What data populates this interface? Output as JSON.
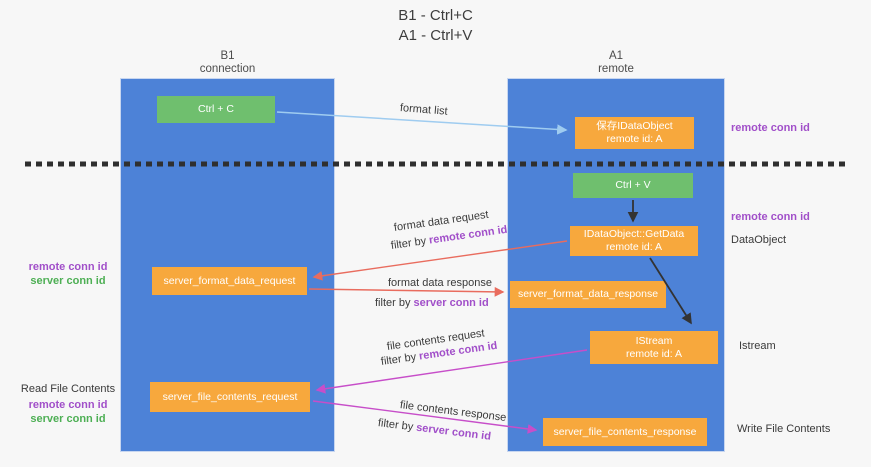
{
  "colors": {
    "column_blue": "#4d82d7",
    "box_green": "#6fbf6e",
    "box_orange": "#f7a83d",
    "label_purple": "#a14fc9",
    "label_green": "#4daf54",
    "arrow_red": "#e96c5e",
    "arrow_magenta": "#c74ec9",
    "arrow_lightblue": "#9fccf0",
    "ink": "#3a3a3a",
    "bg": "#f7f7f7"
  },
  "title": {
    "line1": "B1 - Ctrl+C",
    "line2": "A1 - Ctrl+V"
  },
  "columns": {
    "left": {
      "name": "B1",
      "role": "connection"
    },
    "right": {
      "name": "A1",
      "role": "remote"
    }
  },
  "boxes": {
    "ctrl_c": {
      "label": "Ctrl + C"
    },
    "ctrl_v": {
      "label": "Ctrl + V"
    },
    "save_dataobject": {
      "line1": "保存IDataObject",
      "line2": "remote id: A"
    },
    "getdata": {
      "line1": "IDataObject::GetData",
      "line2": "remote id: A"
    },
    "istream": {
      "line1": "IStream",
      "line2": "remote id: A"
    },
    "format_request": {
      "label": "server_format_data_request"
    },
    "format_response": {
      "label": "server_format_data_response"
    },
    "file_request": {
      "label": "server_file_contents_request"
    },
    "file_response": {
      "label": "server_file_contents_response"
    }
  },
  "arrow_labels": {
    "format_list": "format list",
    "format_data_request": "format data request",
    "format_data_response": "format data response",
    "file_contents_request": "file contents request",
    "file_contents_response": "file contents response",
    "filter_prefix": "filter by ",
    "remote_key": "remote conn id",
    "server_key": "server conn id"
  },
  "side_labels": {
    "remote_conn_id": "remote conn id",
    "server_conn_id": "server conn id",
    "dataobject": "DataObject",
    "istream": "Istream",
    "read_file_contents": "Read File Contents",
    "write_file_contents": "Write File Contents"
  }
}
